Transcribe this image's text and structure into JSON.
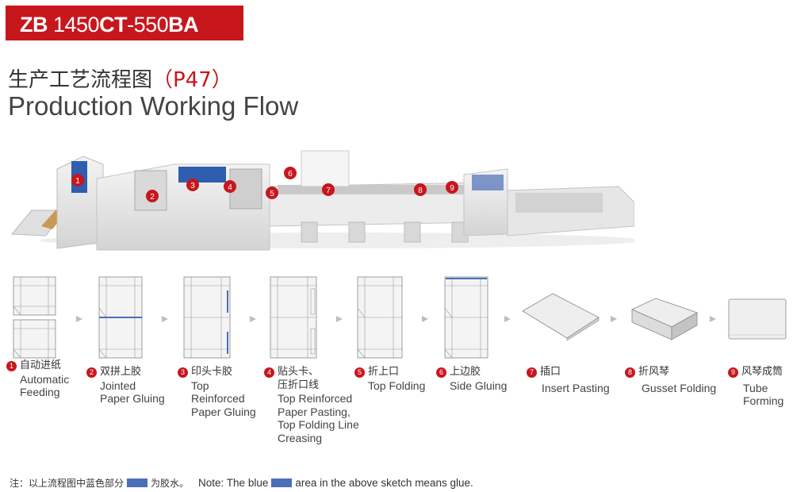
{
  "model": {
    "prefix": "ZB ",
    "num1": "1450",
    "ct": "CT",
    "num2": "-550",
    "ba": "BA"
  },
  "title": {
    "cn": "生产工艺流程图",
    "code": "（P47）",
    "en": "Production Working Flow"
  },
  "machine_markers": [
    "1",
    "2",
    "3",
    "4",
    "5",
    "6",
    "7",
    "8",
    "9"
  ],
  "steps": [
    {
      "num": "1",
      "cn": "自动进纸",
      "en": [
        "Automatic",
        "Feeding"
      ]
    },
    {
      "num": "2",
      "cn": "双拼上胶",
      "en": [
        "Jointed",
        "Paper Gluing"
      ]
    },
    {
      "num": "3",
      "cn": "印头卡胶",
      "en": [
        "Top",
        "Reinforced",
        "Paper Gluing"
      ]
    },
    {
      "num": "4",
      "cn": "贴头卡、",
      "cn2": "压折口线",
      "en": [
        "Top Reinforced",
        "Paper Pasting,",
        "Top Folding Line",
        "Creasing"
      ]
    },
    {
      "num": "5",
      "cn": "折上口",
      "en": [
        "Top Folding"
      ]
    },
    {
      "num": "6",
      "cn": "上边胶",
      "en": [
        "Side Gluing"
      ]
    },
    {
      "num": "7",
      "cn": "插口",
      "en": [
        "Insert Pasting"
      ]
    },
    {
      "num": "8",
      "cn": "折风琴",
      "en": [
        "Gusset Folding"
      ]
    },
    {
      "num": "9",
      "cn": "风琴成筒",
      "en": [
        "Tube",
        "Forming"
      ]
    }
  ],
  "note": {
    "cn_before": "注：以上流程图中蓝色部分",
    "cn_after": "为胶水。",
    "en_before": "Note: The blue",
    "en_after": "area in the above sketch means glue."
  },
  "colors": {
    "brand_red": "#c8161d",
    "glue_blue": "#4a6fb8"
  }
}
